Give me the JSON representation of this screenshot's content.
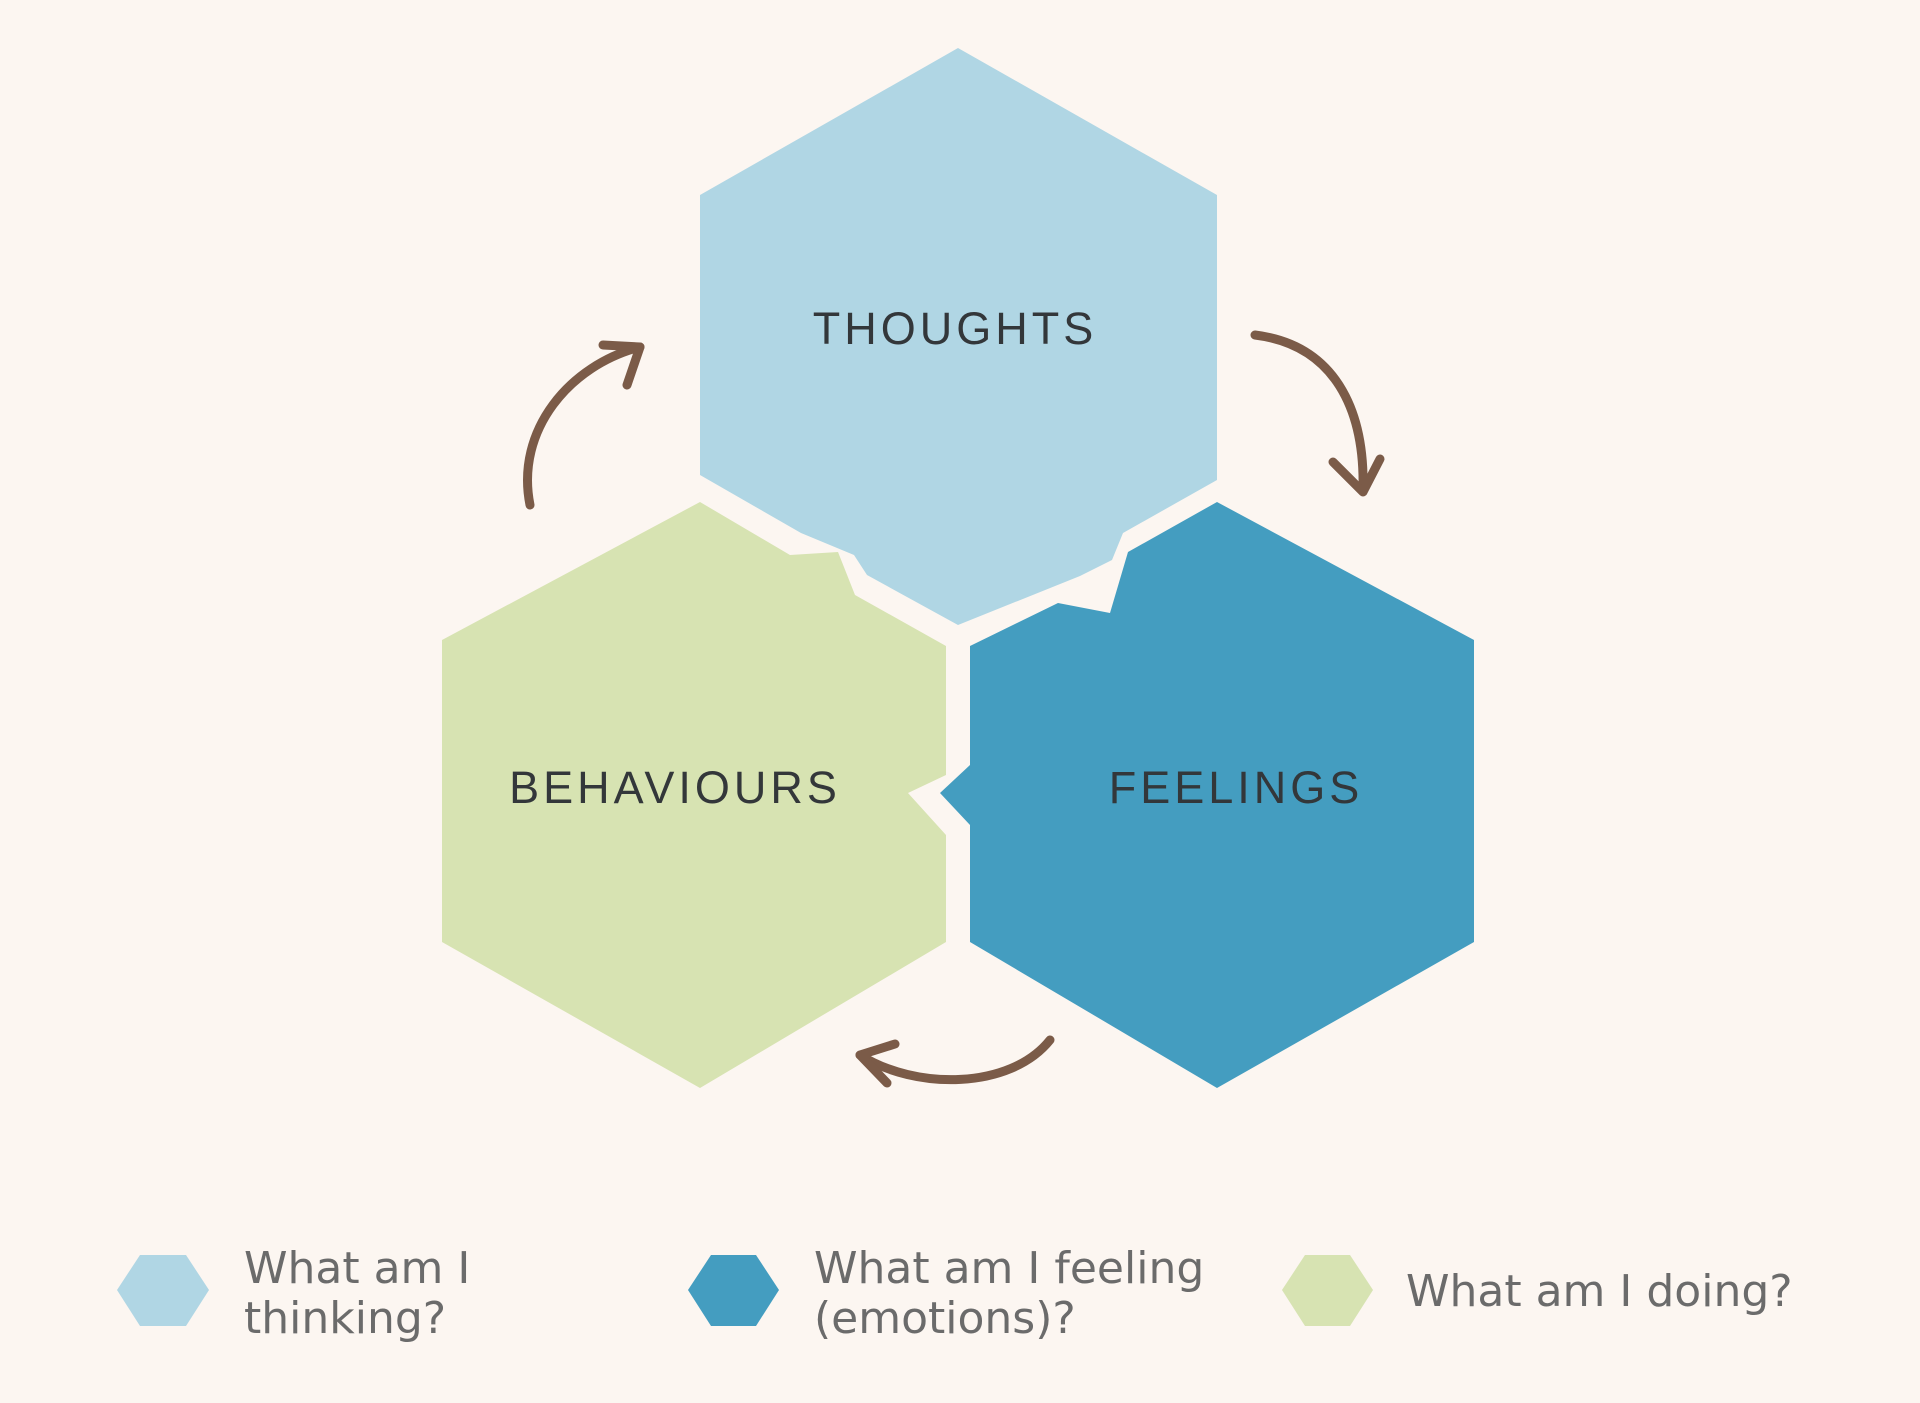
{
  "colors": {
    "background": "#fcf6f1",
    "thoughts": "#b0d6e4",
    "feelings": "#449dc0",
    "behaviours": "#d7e3b2",
    "arrow": "#7b5b48",
    "label": "#33373a",
    "legend_text": "#6b6b6b"
  },
  "nodes": [
    {
      "id": "thoughts",
      "label": "THOUGHTS"
    },
    {
      "id": "feelings",
      "label": "FEELINGS"
    },
    {
      "id": "behaviours",
      "label": "BEHAVIOURS"
    }
  ],
  "edges": [
    {
      "from": "thoughts",
      "to": "feelings"
    },
    {
      "from": "feelings",
      "to": "behaviours"
    },
    {
      "from": "behaviours",
      "to": "thoughts"
    }
  ],
  "legend": [
    {
      "node": "thoughts",
      "lines": [
        "What am I",
        "thinking?"
      ]
    },
    {
      "node": "feelings",
      "lines": [
        "What am I feeling",
        "(emotions)?"
      ]
    },
    {
      "node": "behaviours",
      "lines": [
        "What am I doing?"
      ]
    }
  ]
}
